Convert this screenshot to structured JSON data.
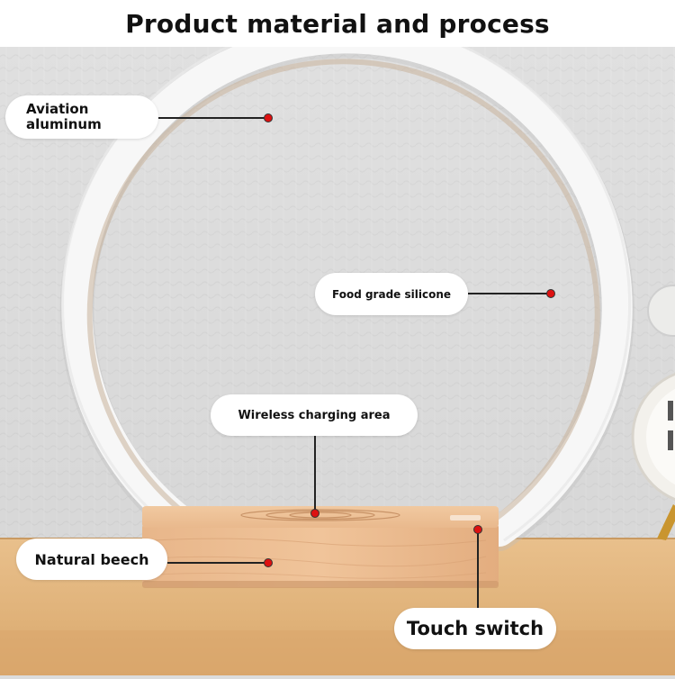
{
  "header": {
    "title": "Product material and process"
  },
  "callouts": {
    "aviation": "Aviation\naluminum",
    "silicone": "Food grade silicone",
    "wireless": "Wireless charging area",
    "beech": "Natural beech",
    "touch": "Touch switch"
  },
  "colors": {
    "marker": "#dd1111",
    "wood": "#e8b68a",
    "wall": "#dcdcdc",
    "desk": "#e2b57f",
    "ring": "#f7f7f7"
  }
}
